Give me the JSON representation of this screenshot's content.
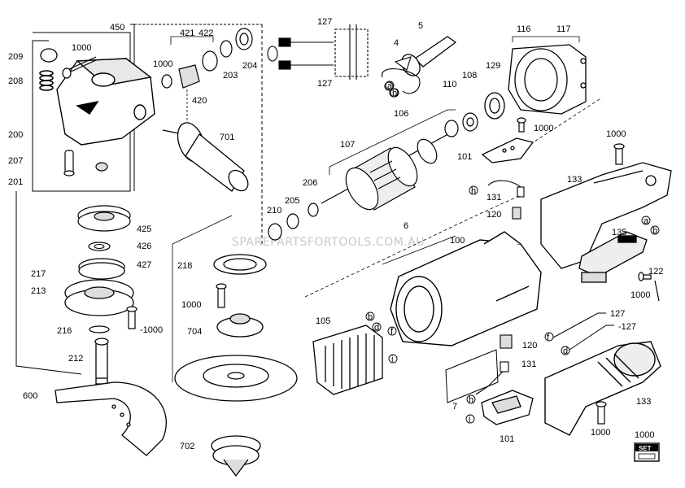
{
  "watermark": "SPAREPARTSFORTOOLS.COM.AU",
  "set_label": "SET",
  "labels": {
    "l450": "450",
    "l1000a": "1000",
    "l209": "209",
    "l208": "208",
    "l200": "200",
    "l207": "207",
    "l201": "201",
    "l421": "421",
    "l422": "422",
    "l1000b": "1000",
    "l204": "204",
    "l203": "203",
    "l420": "420",
    "l701": "701",
    "l127a": "127",
    "l127b": "127",
    "l5": "5",
    "l4": "4",
    "la1": "a",
    "lb1": "b",
    "l116": "116",
    "l117": "117",
    "l129": "129",
    "l108": "108",
    "l110": "110",
    "l106": "106",
    "l107": "107",
    "l1000c": "1000",
    "l101a": "101",
    "l1000d": "1000",
    "l133a": "133",
    "lh1": "h",
    "l131a": "131",
    "l120a": "120",
    "l206": "206",
    "l205": "205",
    "l210": "210",
    "l425": "425",
    "l426": "426",
    "l427": "427",
    "l217": "217",
    "l213": "213",
    "l216": "216",
    "l1000e": "-1000",
    "l212": "212",
    "l600": "600",
    "l218": "218",
    "l1000f": "1000",
    "l704": "704",
    "l702": "702",
    "l6": "6",
    "l100": "100",
    "l135": "135",
    "la2": "a",
    "lb2": "b",
    "l122": "122",
    "l1000g": "1000",
    "l127c": "127",
    "l127d": "-127",
    "lf2": "f",
    "ld2": "d",
    "l105": "105",
    "lb3": "b",
    "ld3": "d",
    "lf3": "f",
    "li3": "i",
    "l120b": "120",
    "l131b": "131",
    "lh2": "h",
    "l7": "7",
    "li2": "i",
    "l101b": "101",
    "l133b": "133",
    "l1000h": "1000",
    "l1000set": "1000"
  }
}
